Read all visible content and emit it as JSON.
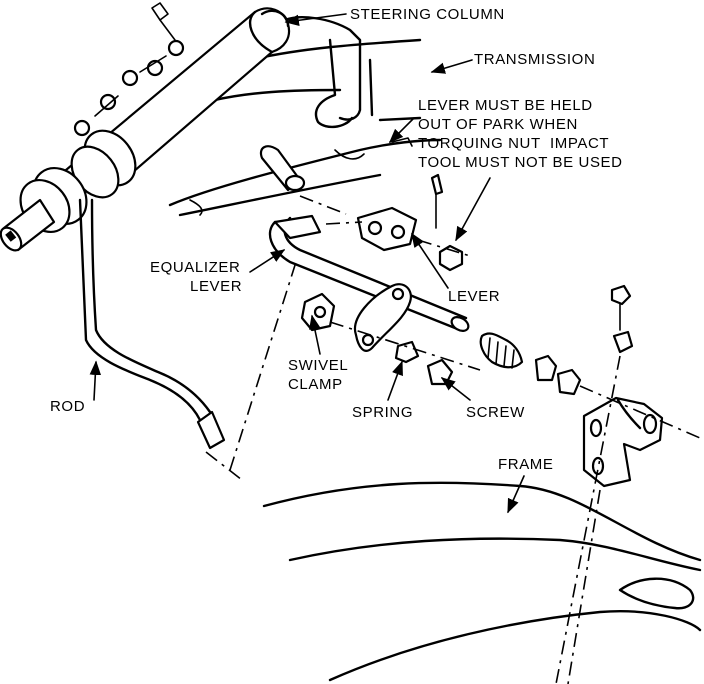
{
  "diagram": {
    "labels": {
      "steering_column": "STEERING COLUMN",
      "transmission": "TRANSMISSION",
      "note_line1": "LEVER MUST BE HELD",
      "note_line2": "OUT OF PARK WHEN",
      "note_line3": "TORQUING NUT  IMPACT",
      "note_line4": "TOOL MUST NOT BE USED",
      "equalizer_lever_line1": "EQUALIZER",
      "equalizer_lever_line2": "LEVER",
      "lever": "LEVER",
      "swivel_clamp_line1": "SWIVEL",
      "swivel_clamp_line2": "CLAMP",
      "spring": "SPRING",
      "screw": "SCREW",
      "rod": "ROD",
      "frame": "FRAME"
    },
    "colors": {
      "ink": "#000000",
      "paper": "#ffffff"
    }
  }
}
